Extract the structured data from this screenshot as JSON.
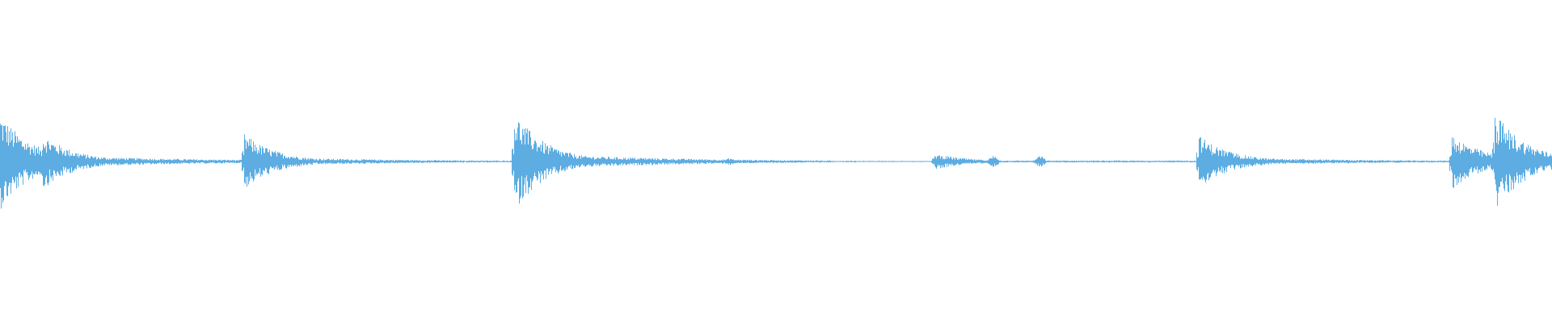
{
  "waveform": {
    "color": "#5dade2",
    "background": "#ffffff",
    "transient_peaks": [
      0.0,
      0.027,
      0.157,
      0.331,
      0.348,
      0.602,
      0.772,
      0.935,
      0.963
    ],
    "description_shown": ""
  }
}
